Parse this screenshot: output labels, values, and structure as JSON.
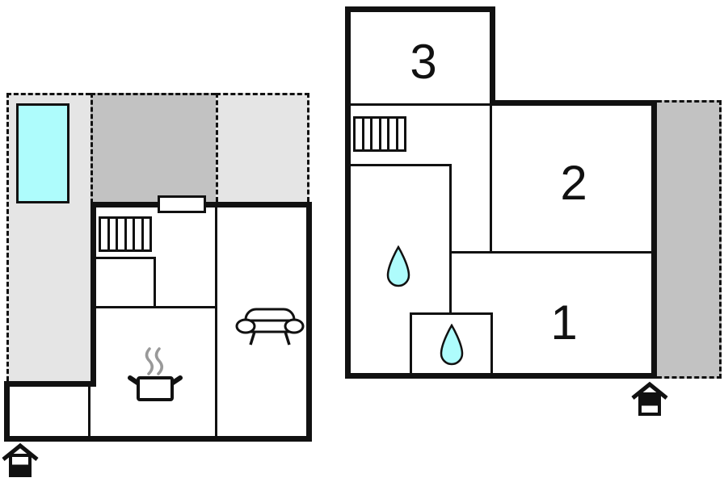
{
  "figure": {
    "type": "holiday-home floor plan, two floors side by side",
    "floor_count": 2
  },
  "labels": {
    "room1": "1",
    "room2": "2",
    "room3": "3"
  },
  "ground_floor": {
    "features": [
      "terrace",
      "swimming-pool",
      "staircase",
      "entrance-door",
      "stove",
      "sofa",
      "entrance-marker"
    ]
  },
  "upper_floor": {
    "features": [
      "staircase",
      "bathroom-water-drop",
      "shower-water-drop",
      "balcony",
      "entrance-marker"
    ],
    "room_labels": [
      "1",
      "2",
      "3"
    ]
  },
  "colors": {
    "wall": "#111111",
    "background": "#ffffff",
    "room_fill": "#ffffff",
    "terrace_light": "#e5e5e5",
    "terrace_dark": "#c2c2c2",
    "balcony_gray": "#c2c2c2",
    "water_cyan": "#aefcfc",
    "steam_gray": "#999999"
  }
}
